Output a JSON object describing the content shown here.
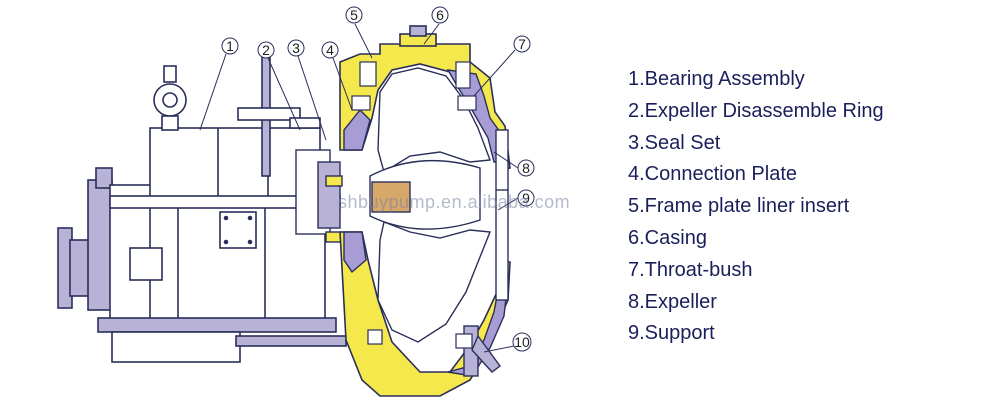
{
  "legend": [
    "1.Bearing Assembly",
    "2.Expeller Disassemble Ring",
    "3.Seal Set",
    "4.Connection Plate",
    "5.Frame plate liner insert",
    "6.Casing",
    "7.Throat-bush",
    "8.Expeller",
    "9.Support"
  ],
  "callouts": [
    "1",
    "2",
    "3",
    "4",
    "5",
    "6",
    "7",
    "8",
    "9",
    "10"
  ],
  "watermark": "shbuypump.en.alibaba.com",
  "colors": {
    "casing": "#f4e84c",
    "liner": "#a89cd4",
    "frame": "#ffffff",
    "outline": "#2a2f5a",
    "legend_text": "#1a1f5a"
  }
}
